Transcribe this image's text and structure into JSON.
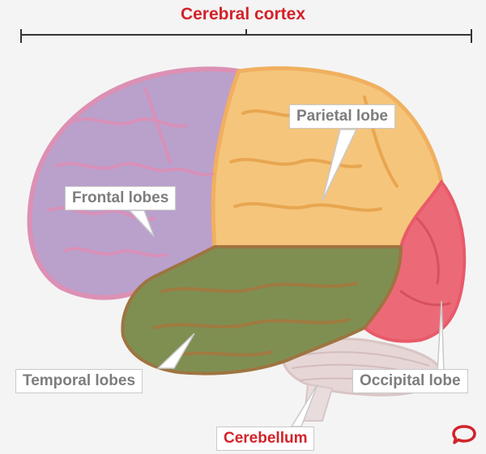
{
  "title": "Cerebral cortex",
  "labels": {
    "frontal": "Frontal lobes",
    "parietal": "Parietal lobe",
    "temporal": "Temporal lobes",
    "occipital": "Occipital lobe",
    "cerebellum": "Cerebellum"
  },
  "colors": {
    "frontal": "#b9a1cc",
    "parietal": "#f4c57a",
    "temporal": "#7f8f52",
    "occipital": "#ec6a78",
    "cerebellum": "#e2d2d2",
    "accent_red": "#d3222a",
    "label_text": "#7d7d7d"
  },
  "logo_icon": "speech-bubble-logo-icon"
}
